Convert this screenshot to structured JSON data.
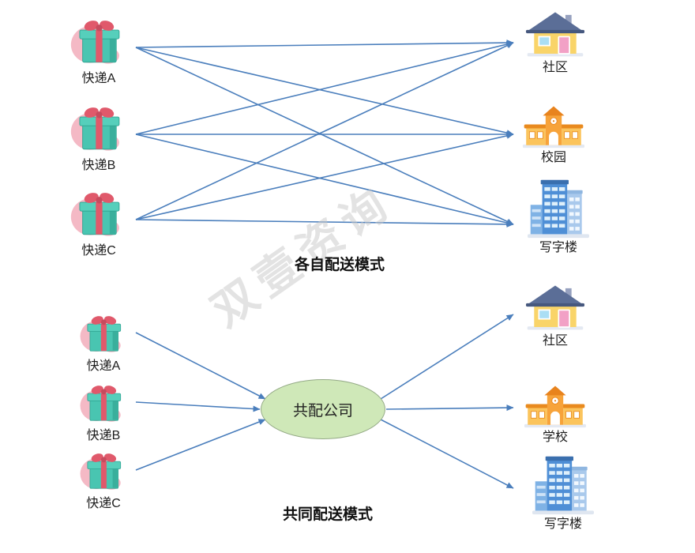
{
  "watermark": "双壹资询",
  "colors": {
    "arrow": "#4a7ebc",
    "hub_fill": "#cfe8b8",
    "gift_teal": "#49c5b1",
    "ribbon_red": "#e0596b"
  },
  "top": {
    "title": "各自配送模式",
    "sources": [
      {
        "label": "快递A"
      },
      {
        "label": "快递B"
      },
      {
        "label": "快递C"
      }
    ],
    "destinations": [
      {
        "label": "社区"
      },
      {
        "label": "校园"
      },
      {
        "label": "写字楼"
      }
    ]
  },
  "bottom": {
    "title": "共同配送模式",
    "hub_label": "共配公司",
    "sources": [
      {
        "label": "快递A"
      },
      {
        "label": "快递B"
      },
      {
        "label": "快递C"
      }
    ],
    "destinations": [
      {
        "label": "社区"
      },
      {
        "label": "学校"
      },
      {
        "label": "写字楼"
      }
    ]
  }
}
